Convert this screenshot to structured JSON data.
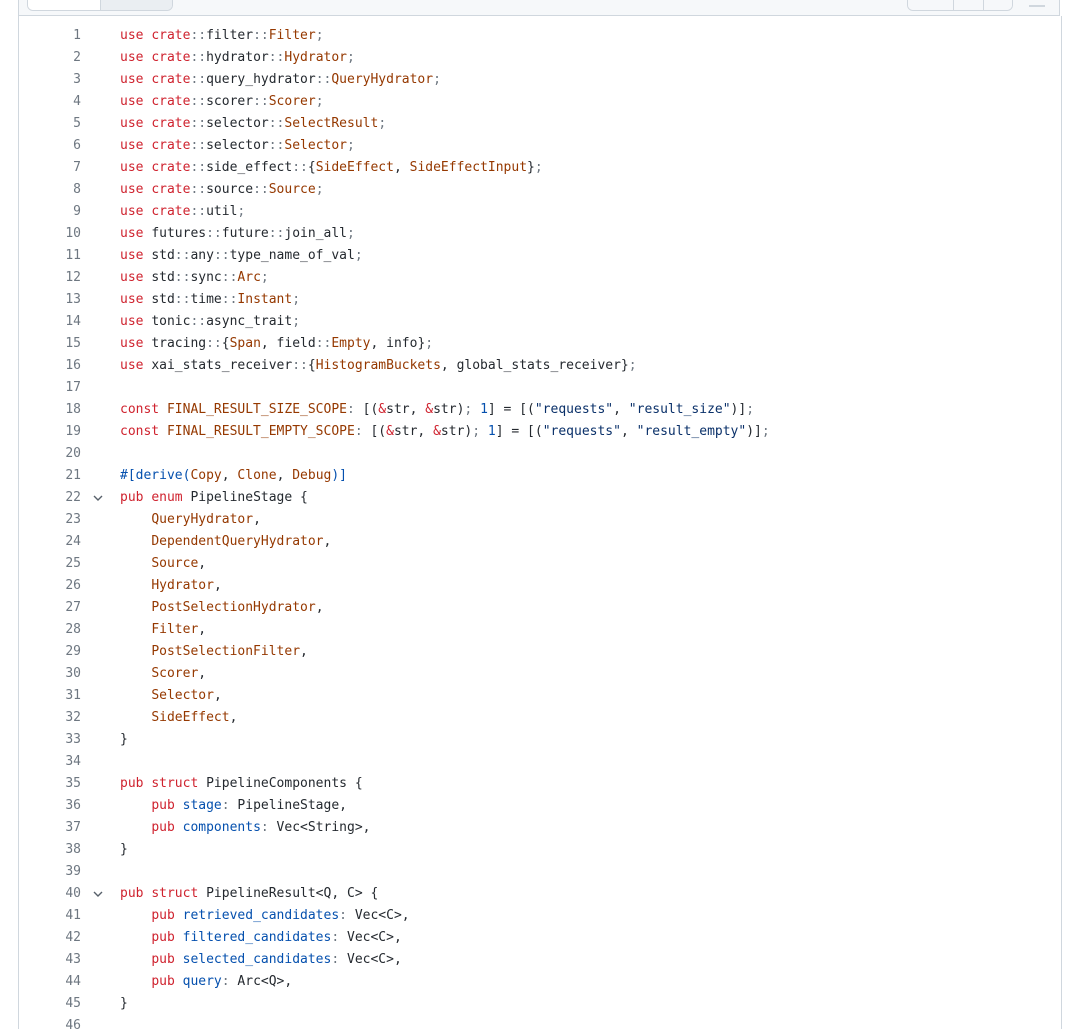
{
  "colors": {
    "keyword": "#cf222e",
    "type": "#953800",
    "string": "#0a3069",
    "number": "#0550ae",
    "field": "#0550ae",
    "plain": "#24292f",
    "line_number": "#6e7781"
  },
  "icons": {
    "fold": "chevron-down-icon"
  },
  "lines": [
    {
      "n": "1",
      "tokens": [
        [
          "kw",
          "use "
        ],
        [
          "kw",
          "crate"
        ],
        [
          "op",
          "::"
        ],
        [
          "plain",
          "filter"
        ],
        [
          "op",
          "::"
        ],
        [
          "type",
          "Filter"
        ],
        [
          "op",
          ";"
        ]
      ]
    },
    {
      "n": "2",
      "tokens": [
        [
          "kw",
          "use "
        ],
        [
          "kw",
          "crate"
        ],
        [
          "op",
          "::"
        ],
        [
          "plain",
          "hydrator"
        ],
        [
          "op",
          "::"
        ],
        [
          "type",
          "Hydrator"
        ],
        [
          "op",
          ";"
        ]
      ]
    },
    {
      "n": "3",
      "tokens": [
        [
          "kw",
          "use "
        ],
        [
          "kw",
          "crate"
        ],
        [
          "op",
          "::"
        ],
        [
          "plain",
          "query_hydrator"
        ],
        [
          "op",
          "::"
        ],
        [
          "type",
          "QueryHydrator"
        ],
        [
          "op",
          ";"
        ]
      ]
    },
    {
      "n": "4",
      "tokens": [
        [
          "kw",
          "use "
        ],
        [
          "kw",
          "crate"
        ],
        [
          "op",
          "::"
        ],
        [
          "plain",
          "scorer"
        ],
        [
          "op",
          "::"
        ],
        [
          "type",
          "Scorer"
        ],
        [
          "op",
          ";"
        ]
      ]
    },
    {
      "n": "5",
      "tokens": [
        [
          "kw",
          "use "
        ],
        [
          "kw",
          "crate"
        ],
        [
          "op",
          "::"
        ],
        [
          "plain",
          "selector"
        ],
        [
          "op",
          "::"
        ],
        [
          "type",
          "SelectResult"
        ],
        [
          "op",
          ";"
        ]
      ]
    },
    {
      "n": "6",
      "tokens": [
        [
          "kw",
          "use "
        ],
        [
          "kw",
          "crate"
        ],
        [
          "op",
          "::"
        ],
        [
          "plain",
          "selector"
        ],
        [
          "op",
          "::"
        ],
        [
          "type",
          "Selector"
        ],
        [
          "op",
          ";"
        ]
      ]
    },
    {
      "n": "7",
      "tokens": [
        [
          "kw",
          "use "
        ],
        [
          "kw",
          "crate"
        ],
        [
          "op",
          "::"
        ],
        [
          "plain",
          "side_effect"
        ],
        [
          "op",
          "::"
        ],
        [
          "plain",
          "{"
        ],
        [
          "type",
          "SideEffect"
        ],
        [
          "plain",
          ", "
        ],
        [
          "type",
          "SideEffectInput"
        ],
        [
          "plain",
          "}"
        ],
        [
          "op",
          ";"
        ]
      ]
    },
    {
      "n": "8",
      "tokens": [
        [
          "kw",
          "use "
        ],
        [
          "kw",
          "crate"
        ],
        [
          "op",
          "::"
        ],
        [
          "plain",
          "source"
        ],
        [
          "op",
          "::"
        ],
        [
          "type",
          "Source"
        ],
        [
          "op",
          ";"
        ]
      ]
    },
    {
      "n": "9",
      "tokens": [
        [
          "kw",
          "use "
        ],
        [
          "kw",
          "crate"
        ],
        [
          "op",
          "::"
        ],
        [
          "plain",
          "util"
        ],
        [
          "op",
          ";"
        ]
      ]
    },
    {
      "n": "10",
      "tokens": [
        [
          "kw",
          "use "
        ],
        [
          "plain",
          "futures"
        ],
        [
          "op",
          "::"
        ],
        [
          "plain",
          "future"
        ],
        [
          "op",
          "::"
        ],
        [
          "plain",
          "join_all"
        ],
        [
          "op",
          ";"
        ]
      ]
    },
    {
      "n": "11",
      "tokens": [
        [
          "kw",
          "use "
        ],
        [
          "plain",
          "std"
        ],
        [
          "op",
          "::"
        ],
        [
          "plain",
          "any"
        ],
        [
          "op",
          "::"
        ],
        [
          "plain",
          "type_name_of_val"
        ],
        [
          "op",
          ";"
        ]
      ]
    },
    {
      "n": "12",
      "tokens": [
        [
          "kw",
          "use "
        ],
        [
          "plain",
          "std"
        ],
        [
          "op",
          "::"
        ],
        [
          "plain",
          "sync"
        ],
        [
          "op",
          "::"
        ],
        [
          "type",
          "Arc"
        ],
        [
          "op",
          ";"
        ]
      ]
    },
    {
      "n": "13",
      "tokens": [
        [
          "kw",
          "use "
        ],
        [
          "plain",
          "std"
        ],
        [
          "op",
          "::"
        ],
        [
          "plain",
          "time"
        ],
        [
          "op",
          "::"
        ],
        [
          "type",
          "Instant"
        ],
        [
          "op",
          ";"
        ]
      ]
    },
    {
      "n": "14",
      "tokens": [
        [
          "kw",
          "use "
        ],
        [
          "plain",
          "tonic"
        ],
        [
          "op",
          "::"
        ],
        [
          "plain",
          "async_trait"
        ],
        [
          "op",
          ";"
        ]
      ]
    },
    {
      "n": "15",
      "tokens": [
        [
          "kw",
          "use "
        ],
        [
          "plain",
          "tracing"
        ],
        [
          "op",
          "::"
        ],
        [
          "plain",
          "{"
        ],
        [
          "type",
          "Span"
        ],
        [
          "plain",
          ", field"
        ],
        [
          "op",
          "::"
        ],
        [
          "type",
          "Empty"
        ],
        [
          "plain",
          ", info}"
        ],
        [
          "op",
          ";"
        ]
      ]
    },
    {
      "n": "16",
      "tokens": [
        [
          "kw",
          "use "
        ],
        [
          "plain",
          "xai_stats_receiver"
        ],
        [
          "op",
          "::"
        ],
        [
          "plain",
          "{"
        ],
        [
          "type",
          "HistogramBuckets"
        ],
        [
          "plain",
          ", global_stats_receiver}"
        ],
        [
          "op",
          ";"
        ]
      ]
    },
    {
      "n": "17",
      "tokens": []
    },
    {
      "n": "18",
      "tokens": [
        [
          "kw",
          "const "
        ],
        [
          "type",
          "FINAL_RESULT_SIZE_SCOPE"
        ],
        [
          "op",
          ":"
        ],
        [
          "plain",
          " [("
        ],
        [
          "kw",
          "&"
        ],
        [
          "plain",
          "str, "
        ],
        [
          "kw",
          "&"
        ],
        [
          "plain",
          "str)"
        ],
        [
          "op",
          ";"
        ],
        [
          "plain",
          " "
        ],
        [
          "num",
          "1"
        ],
        [
          "plain",
          "] = [("
        ],
        [
          "str",
          "\"requests\""
        ],
        [
          "plain",
          ", "
        ],
        [
          "str",
          "\"result_size\""
        ],
        [
          "plain",
          ")]"
        ],
        [
          "op",
          ";"
        ]
      ]
    },
    {
      "n": "19",
      "tokens": [
        [
          "kw",
          "const "
        ],
        [
          "type",
          "FINAL_RESULT_EMPTY_SCOPE"
        ],
        [
          "op",
          ":"
        ],
        [
          "plain",
          " [("
        ],
        [
          "kw",
          "&"
        ],
        [
          "plain",
          "str, "
        ],
        [
          "kw",
          "&"
        ],
        [
          "plain",
          "str)"
        ],
        [
          "op",
          ";"
        ],
        [
          "plain",
          " "
        ],
        [
          "num",
          "1"
        ],
        [
          "plain",
          "] = [("
        ],
        [
          "str",
          "\"requests\""
        ],
        [
          "plain",
          ", "
        ],
        [
          "str",
          "\"result_empty\""
        ],
        [
          "plain",
          ")]"
        ],
        [
          "op",
          ";"
        ]
      ]
    },
    {
      "n": "20",
      "tokens": []
    },
    {
      "n": "21",
      "tokens": [
        [
          "attr",
          "#[derive("
        ],
        [
          "type",
          "Copy"
        ],
        [
          "plain",
          ", "
        ],
        [
          "type",
          "Clone"
        ],
        [
          "plain",
          ", "
        ],
        [
          "type",
          "Debug"
        ],
        [
          "attr",
          ")]"
        ]
      ]
    },
    {
      "n": "22",
      "fold": true,
      "tokens": [
        [
          "kw",
          "pub "
        ],
        [
          "kw",
          "enum "
        ],
        [
          "plain",
          "PipelineStage {"
        ]
      ]
    },
    {
      "n": "23",
      "tokens": [
        [
          "plain",
          "    "
        ],
        [
          "type",
          "QueryHydrator"
        ],
        [
          "plain",
          ","
        ]
      ]
    },
    {
      "n": "24",
      "tokens": [
        [
          "plain",
          "    "
        ],
        [
          "type",
          "DependentQueryHydrator"
        ],
        [
          "plain",
          ","
        ]
      ]
    },
    {
      "n": "25",
      "tokens": [
        [
          "plain",
          "    "
        ],
        [
          "type",
          "Source"
        ],
        [
          "plain",
          ","
        ]
      ]
    },
    {
      "n": "26",
      "tokens": [
        [
          "plain",
          "    "
        ],
        [
          "type",
          "Hydrator"
        ],
        [
          "plain",
          ","
        ]
      ]
    },
    {
      "n": "27",
      "tokens": [
        [
          "plain",
          "    "
        ],
        [
          "type",
          "PostSelectionHydrator"
        ],
        [
          "plain",
          ","
        ]
      ]
    },
    {
      "n": "28",
      "tokens": [
        [
          "plain",
          "    "
        ],
        [
          "type",
          "Filter"
        ],
        [
          "plain",
          ","
        ]
      ]
    },
    {
      "n": "29",
      "tokens": [
        [
          "plain",
          "    "
        ],
        [
          "type",
          "PostSelectionFilter"
        ],
        [
          "plain",
          ","
        ]
      ]
    },
    {
      "n": "30",
      "tokens": [
        [
          "plain",
          "    "
        ],
        [
          "type",
          "Scorer"
        ],
        [
          "plain",
          ","
        ]
      ]
    },
    {
      "n": "31",
      "tokens": [
        [
          "plain",
          "    "
        ],
        [
          "type",
          "Selector"
        ],
        [
          "plain",
          ","
        ]
      ]
    },
    {
      "n": "32",
      "tokens": [
        [
          "plain",
          "    "
        ],
        [
          "type",
          "SideEffect"
        ],
        [
          "plain",
          ","
        ]
      ]
    },
    {
      "n": "33",
      "tokens": [
        [
          "plain",
          "}"
        ]
      ]
    },
    {
      "n": "34",
      "tokens": []
    },
    {
      "n": "35",
      "tokens": [
        [
          "kw",
          "pub "
        ],
        [
          "kw",
          "struct "
        ],
        [
          "plain",
          "PipelineComponents {"
        ]
      ]
    },
    {
      "n": "36",
      "tokens": [
        [
          "plain",
          "    "
        ],
        [
          "kw",
          "pub "
        ],
        [
          "field",
          "stage"
        ],
        [
          "op",
          ":"
        ],
        [
          "plain",
          " PipelineStage,"
        ]
      ]
    },
    {
      "n": "37",
      "tokens": [
        [
          "plain",
          "    "
        ],
        [
          "kw",
          "pub "
        ],
        [
          "field",
          "components"
        ],
        [
          "op",
          ":"
        ],
        [
          "plain",
          " Vec<String>,"
        ]
      ]
    },
    {
      "n": "38",
      "tokens": [
        [
          "plain",
          "}"
        ]
      ]
    },
    {
      "n": "39",
      "tokens": []
    },
    {
      "n": "40",
      "fold": true,
      "tokens": [
        [
          "kw",
          "pub "
        ],
        [
          "kw",
          "struct "
        ],
        [
          "plain",
          "PipelineResult<Q, C> {"
        ]
      ]
    },
    {
      "n": "41",
      "tokens": [
        [
          "plain",
          "    "
        ],
        [
          "kw",
          "pub "
        ],
        [
          "field",
          "retrieved_candidates"
        ],
        [
          "op",
          ":"
        ],
        [
          "plain",
          " Vec<C>,"
        ]
      ]
    },
    {
      "n": "42",
      "tokens": [
        [
          "plain",
          "    "
        ],
        [
          "kw",
          "pub "
        ],
        [
          "field",
          "filtered_candidates"
        ],
        [
          "op",
          ":"
        ],
        [
          "plain",
          " Vec<C>,"
        ]
      ]
    },
    {
      "n": "43",
      "tokens": [
        [
          "plain",
          "    "
        ],
        [
          "kw",
          "pub "
        ],
        [
          "field",
          "selected_candidates"
        ],
        [
          "op",
          ":"
        ],
        [
          "plain",
          " Vec<C>,"
        ]
      ]
    },
    {
      "n": "44",
      "tokens": [
        [
          "plain",
          "    "
        ],
        [
          "kw",
          "pub "
        ],
        [
          "field",
          "query"
        ],
        [
          "op",
          ":"
        ],
        [
          "plain",
          " Arc<Q>,"
        ]
      ]
    },
    {
      "n": "45",
      "tokens": [
        [
          "plain",
          "}"
        ]
      ]
    },
    {
      "n": "46",
      "tokens": []
    }
  ]
}
